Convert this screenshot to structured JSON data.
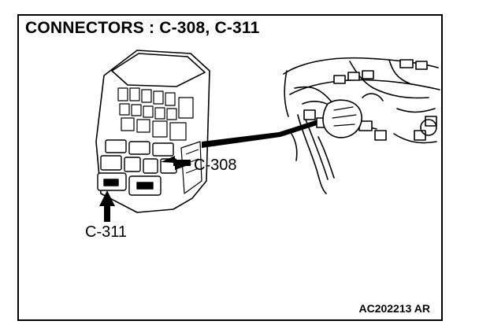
{
  "diagram": {
    "title": "CONNECTORS : C-308, C-311",
    "callouts": {
      "c308": "C-308",
      "c311": "C-311"
    },
    "figure_ref": "AC202213 AR"
  }
}
